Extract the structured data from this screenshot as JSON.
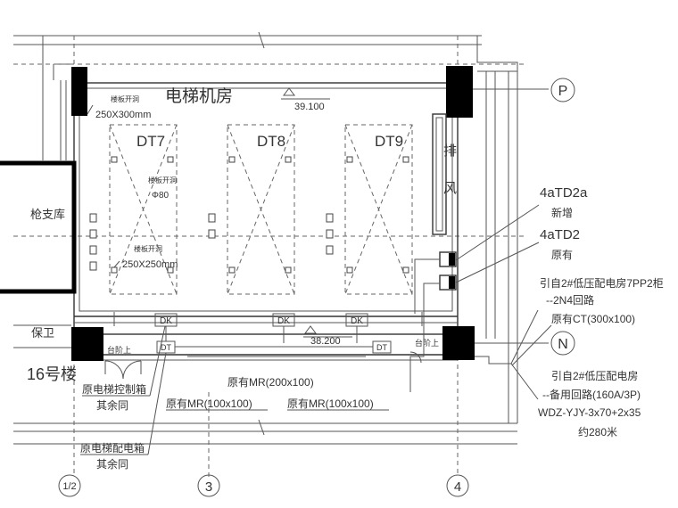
{
  "rooms": {
    "machine_room": "电梯机房",
    "gun_storage": "枪支库",
    "security": "保卫",
    "building": "16号楼",
    "exhaust_1": "排",
    "exhaust_2": "风"
  },
  "elevators": [
    "DT7",
    "DT8",
    "DT9"
  ],
  "openings": {
    "o1_label": "楼板开洞",
    "o1_size": "250X300mm",
    "o2_label": "楼板开洞",
    "o2_size": "Φ80",
    "o3_label": "楼板开洞",
    "o3_size": "250X250mm"
  },
  "elevations": {
    "top": "39.100",
    "bottom": "38.200"
  },
  "boxes": {
    "dk": "DK",
    "dt": "DT"
  },
  "steps": "台阶上",
  "axes": {
    "p": "P",
    "n": "N",
    "a12": "1/2",
    "a3": "3",
    "a4": "4"
  },
  "panels": {
    "new_id": "4aTD2a",
    "new_note": "新增",
    "old_id": "4aTD2",
    "old_note": "原有"
  },
  "notes": {
    "feed1_line1": "引自2#低压配电房7PP2柜",
    "feed1_line2": "--2N4回路",
    "ct": "原有CT(300x100)",
    "feed2_line1": "引自2#低压配电房",
    "feed2_line2": "--备用回路(160A/3P)",
    "feed2_line3": "WDZ-YJY-3x70+2x35",
    "feed2_line4": "约280米"
  },
  "trays": {
    "mr_big": "原有MR(200x100)",
    "mr_left": "原有MR(100x100)",
    "mr_right": "原有MR(100x100)"
  },
  "left_notes": {
    "ctrl_box": "原电梯控制箱",
    "ctrl_rest": "其余同",
    "dist_box": "原电梯配电箱",
    "dist_rest": "其余同"
  }
}
